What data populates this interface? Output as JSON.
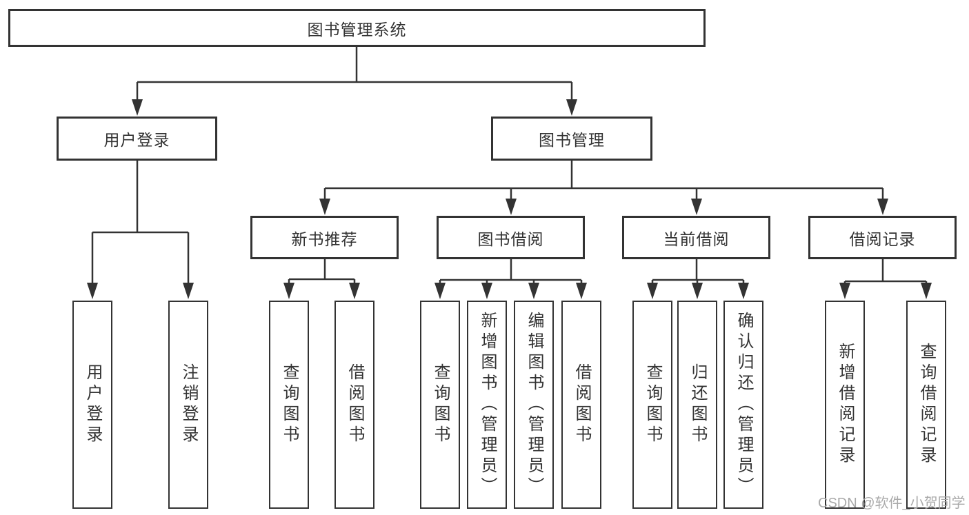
{
  "diagram": {
    "root": {
      "label": "图书管理系统"
    },
    "branches": [
      {
        "label": "用户登录",
        "children": [
          "用户登录",
          "注销登录"
        ]
      },
      {
        "label": "图书管理",
        "groups": [
          {
            "label": "新书推荐",
            "children": [
              "查询图书",
              "借阅图书"
            ]
          },
          {
            "label": "图书借阅",
            "children": [
              "查询图书",
              "新增图书（管理员）",
              "编辑图书（管理员）",
              "借阅图书"
            ]
          },
          {
            "label": "当前借阅",
            "children": [
              "查询图书",
              "归还图书",
              "确认归还（管理员）"
            ]
          },
          {
            "label": "借阅记录",
            "children": [
              "新增借阅记录",
              "查询借阅记录"
            ]
          }
        ]
      }
    ]
  },
  "watermark": {
    "text": "CSDN @软件_小贺同学",
    "color": "#a9a9a9"
  },
  "colors": {
    "line": "#333333",
    "node_border": "#333333",
    "node_background": "#ffffff",
    "text": "#333333"
  }
}
